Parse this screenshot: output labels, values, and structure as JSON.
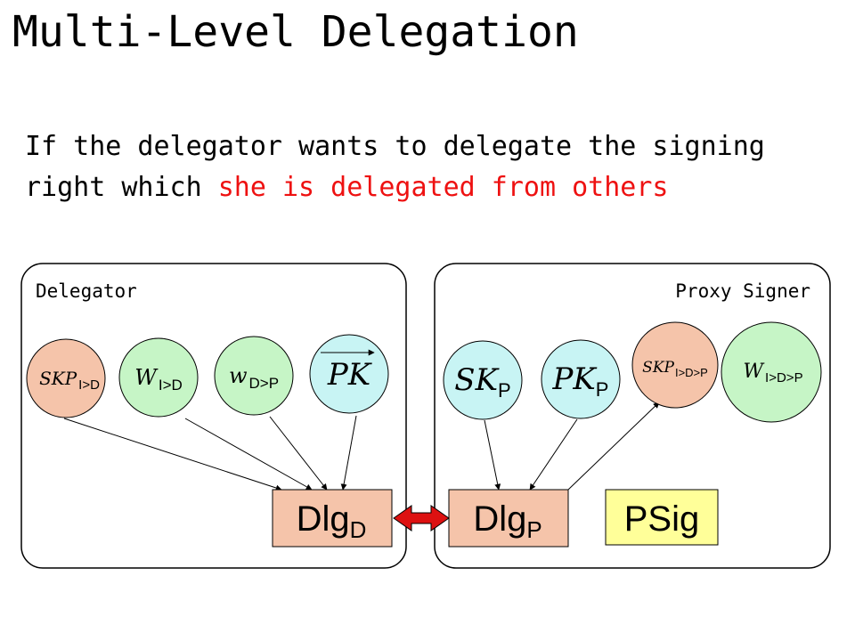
{
  "title": "Multi-Level Delegation",
  "subtitle": {
    "line1": "If the delegator wants to delegate the signing",
    "line2_prefix": "right which ",
    "line2_highlight": "she is delegated from others"
  },
  "panels": {
    "left_label": "Delegator",
    "right_label": "Proxy Signer"
  },
  "nodes": {
    "skp_i_d": {
      "main": "SKP",
      "sub": "I>D"
    },
    "w_i_d": {
      "main": "W",
      "sub": "I>D"
    },
    "w_d_p": {
      "main": "w",
      "sub": "D>P"
    },
    "pk": {
      "main": "PK"
    },
    "sk_p": {
      "main": "SK",
      "sub": "P"
    },
    "pk_p": {
      "main": "PK",
      "sub": "P"
    },
    "skp_i_d_p": {
      "main": "SKP",
      "sub": "I>D>P"
    },
    "w_i_d_p": {
      "main": "W",
      "sub": "I>D>P"
    }
  },
  "boxes": {
    "dlg_d": {
      "main": "Dlg",
      "sub": "D"
    },
    "dlg_p": {
      "main": "Dlg",
      "sub": "P"
    },
    "psig": {
      "main": "PSig"
    }
  },
  "colors": {
    "salmon": "#f5c4aa",
    "green": "#c6f5c6",
    "cyan": "#c8f4f4",
    "box_salmon": "#f5c4aa",
    "box_yellow": "#ffff99",
    "highlight_red": "#ee1111",
    "double_arrow": "#dd1111"
  }
}
